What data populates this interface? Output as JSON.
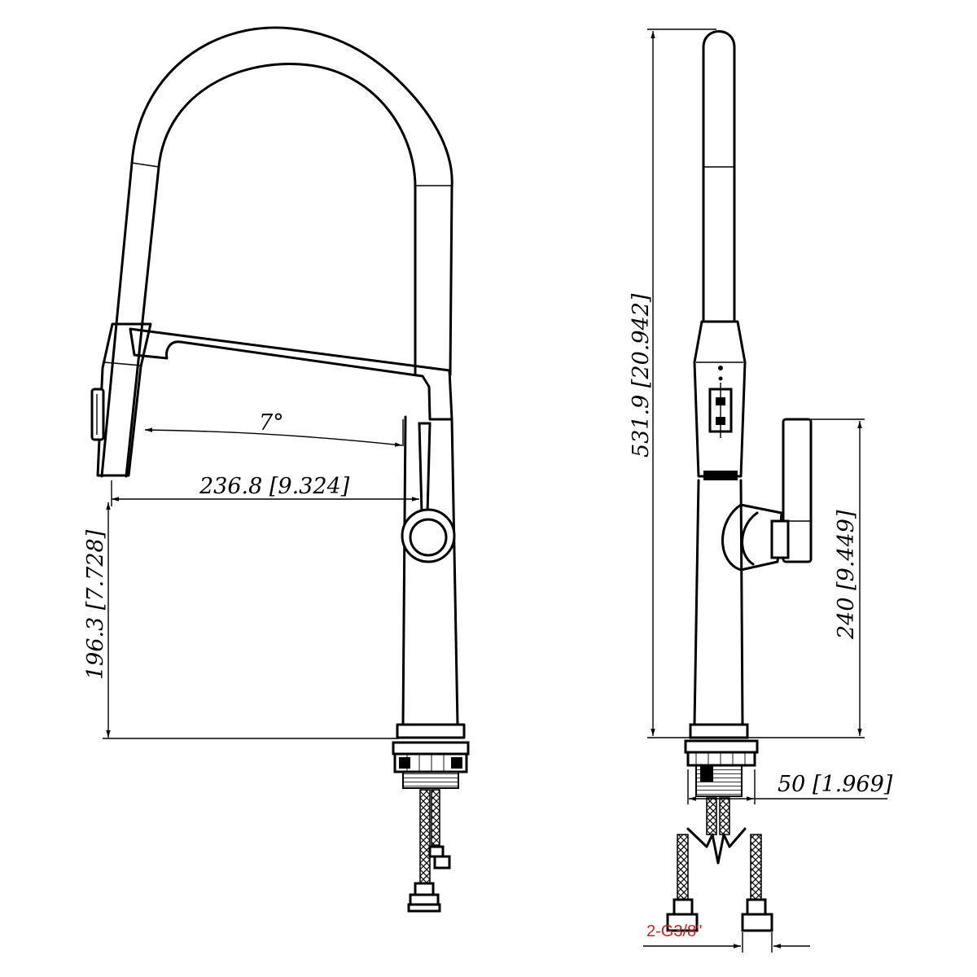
{
  "dimensions": {
    "angle": "7°",
    "reach": "236.8 [9.324]",
    "spout_height": "196.3 [7.728]",
    "total_height": "531.9 [20.942]",
    "handle_height": "240 [9.449]",
    "base_diameter": "50 [1.969]",
    "connection": "2-G3/8\""
  },
  "colors": {
    "line": "#000000",
    "background": "#ffffff",
    "connection_label": "#cc2222"
  }
}
